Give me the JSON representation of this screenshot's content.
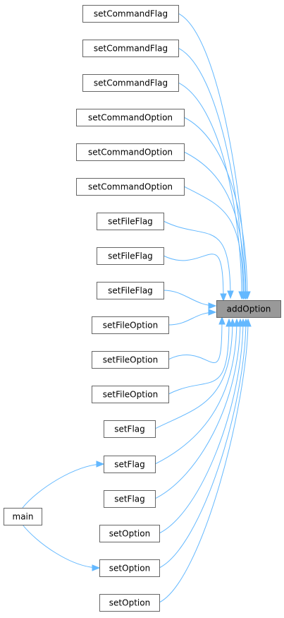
{
  "target": {
    "id": "addOption",
    "label": "addOption"
  },
  "callers": [
    {
      "id": "c1",
      "label": "setCommandFlag"
    },
    {
      "id": "c2",
      "label": "setCommandFlag"
    },
    {
      "id": "c3",
      "label": "setCommandFlag"
    },
    {
      "id": "c4",
      "label": "setCommandOption"
    },
    {
      "id": "c5",
      "label": "setCommandOption"
    },
    {
      "id": "c6",
      "label": "setCommandOption"
    },
    {
      "id": "c7",
      "label": "setFileFlag"
    },
    {
      "id": "c8",
      "label": "setFileFlag"
    },
    {
      "id": "c9",
      "label": "setFileFlag"
    },
    {
      "id": "c10",
      "label": "setFileOption"
    },
    {
      "id": "c11",
      "label": "setFileOption"
    },
    {
      "id": "c12",
      "label": "setFileOption"
    },
    {
      "id": "c13",
      "label": "setFlag"
    },
    {
      "id": "c14",
      "label": "setFlag"
    },
    {
      "id": "c15",
      "label": "setFlag"
    },
    {
      "id": "c16",
      "label": "setOption"
    },
    {
      "id": "c17",
      "label": "setOption"
    },
    {
      "id": "c18",
      "label": "setOption"
    }
  ],
  "root": {
    "id": "main",
    "label": "main"
  },
  "edges": [
    {
      "from": "c1",
      "to": "addOption"
    },
    {
      "from": "c2",
      "to": "addOption"
    },
    {
      "from": "c3",
      "to": "addOption"
    },
    {
      "from": "c4",
      "to": "addOption"
    },
    {
      "from": "c5",
      "to": "addOption"
    },
    {
      "from": "c6",
      "to": "addOption"
    },
    {
      "from": "c7",
      "to": "addOption"
    },
    {
      "from": "c8",
      "to": "addOption"
    },
    {
      "from": "c9",
      "to": "addOption"
    },
    {
      "from": "c10",
      "to": "addOption"
    },
    {
      "from": "c11",
      "to": "addOption"
    },
    {
      "from": "c12",
      "to": "addOption"
    },
    {
      "from": "c13",
      "to": "addOption"
    },
    {
      "from": "c14",
      "to": "addOption"
    },
    {
      "from": "c15",
      "to": "addOption"
    },
    {
      "from": "c16",
      "to": "addOption"
    },
    {
      "from": "c17",
      "to": "addOption"
    },
    {
      "from": "c18",
      "to": "addOption"
    },
    {
      "from": "main",
      "to": "c14"
    },
    {
      "from": "main",
      "to": "c17"
    }
  ],
  "colors": {
    "edge": "#63b8ff",
    "node_border": "#666666",
    "node_fill": "#ffffff",
    "target_fill": "#999999"
  }
}
